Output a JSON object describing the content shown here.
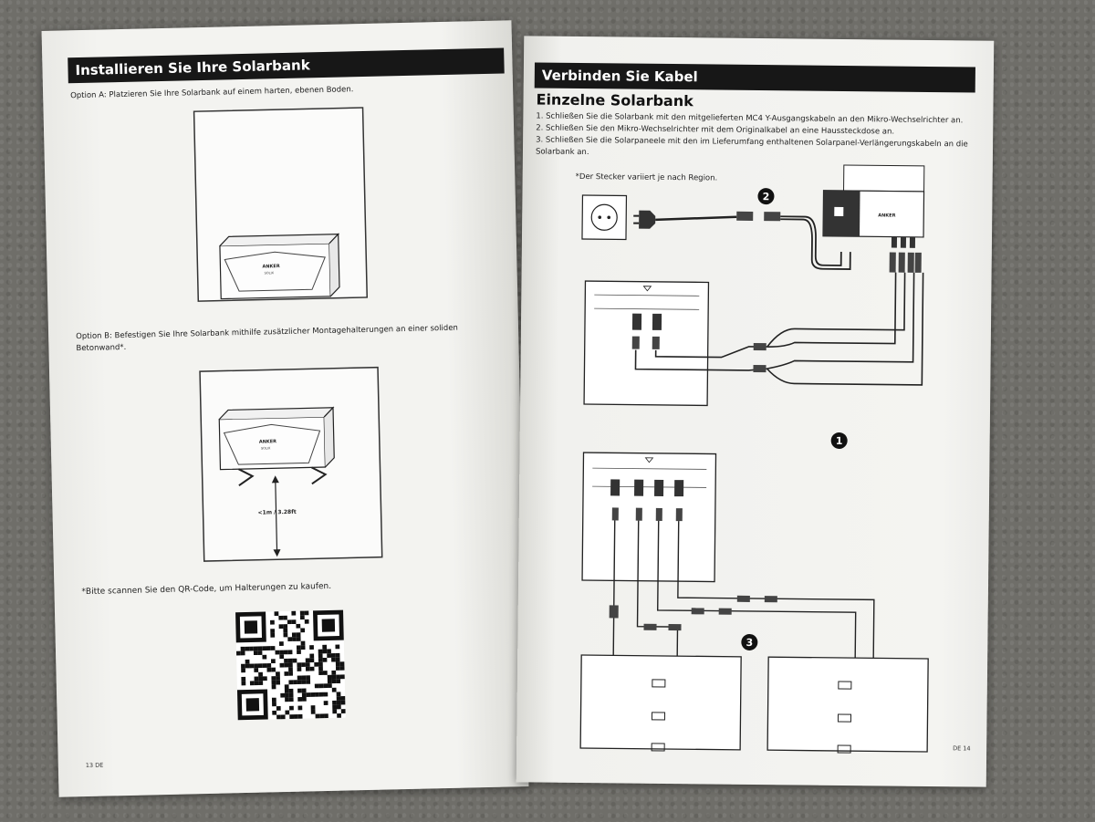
{
  "left_page": {
    "title": "Installieren Sie Ihre Solarbank",
    "option_a": "Option A: Platzieren Sie Ihre Solarbank auf einem harten, ebenen Boden.",
    "option_b": "Option B: Befestigen Sie Ihre Solarbank mithilfe zusätzlicher Montagehalterungen an einer soliden Betonwand*.",
    "logo_text": "ANKER",
    "logo_subtext": "SOLIX",
    "height_label": "<1m / 3.28ft",
    "qr_note": "*Bitte scannen Sie den QR-Code, um Halterungen zu kaufen.",
    "page_number": "13 DE"
  },
  "right_page": {
    "title": "Verbinden Sie Kabel",
    "subtitle": "Einzelne Solarbank",
    "steps": [
      "1. Schließen Sie die Solarbank mit den mitgelieferten MC4 Y-Ausgangskabeln an den Mikro-Wechselrichter an.",
      "2. Schließen Sie den Mikro-Wechselrichter mit dem Originalkabel an eine Haussteckdose an.",
      "3. Schließen Sie die Solarpaneele mit den im Lieferumfang enthaltenen Solarpanel-Verlängerungskabeln an die Solarbank an."
    ],
    "plug_note": "*Der Stecker variiert je nach Region.",
    "inverter_logo": "ANKER",
    "markers": [
      "1",
      "2",
      "3"
    ],
    "page_number": "DE 14"
  }
}
